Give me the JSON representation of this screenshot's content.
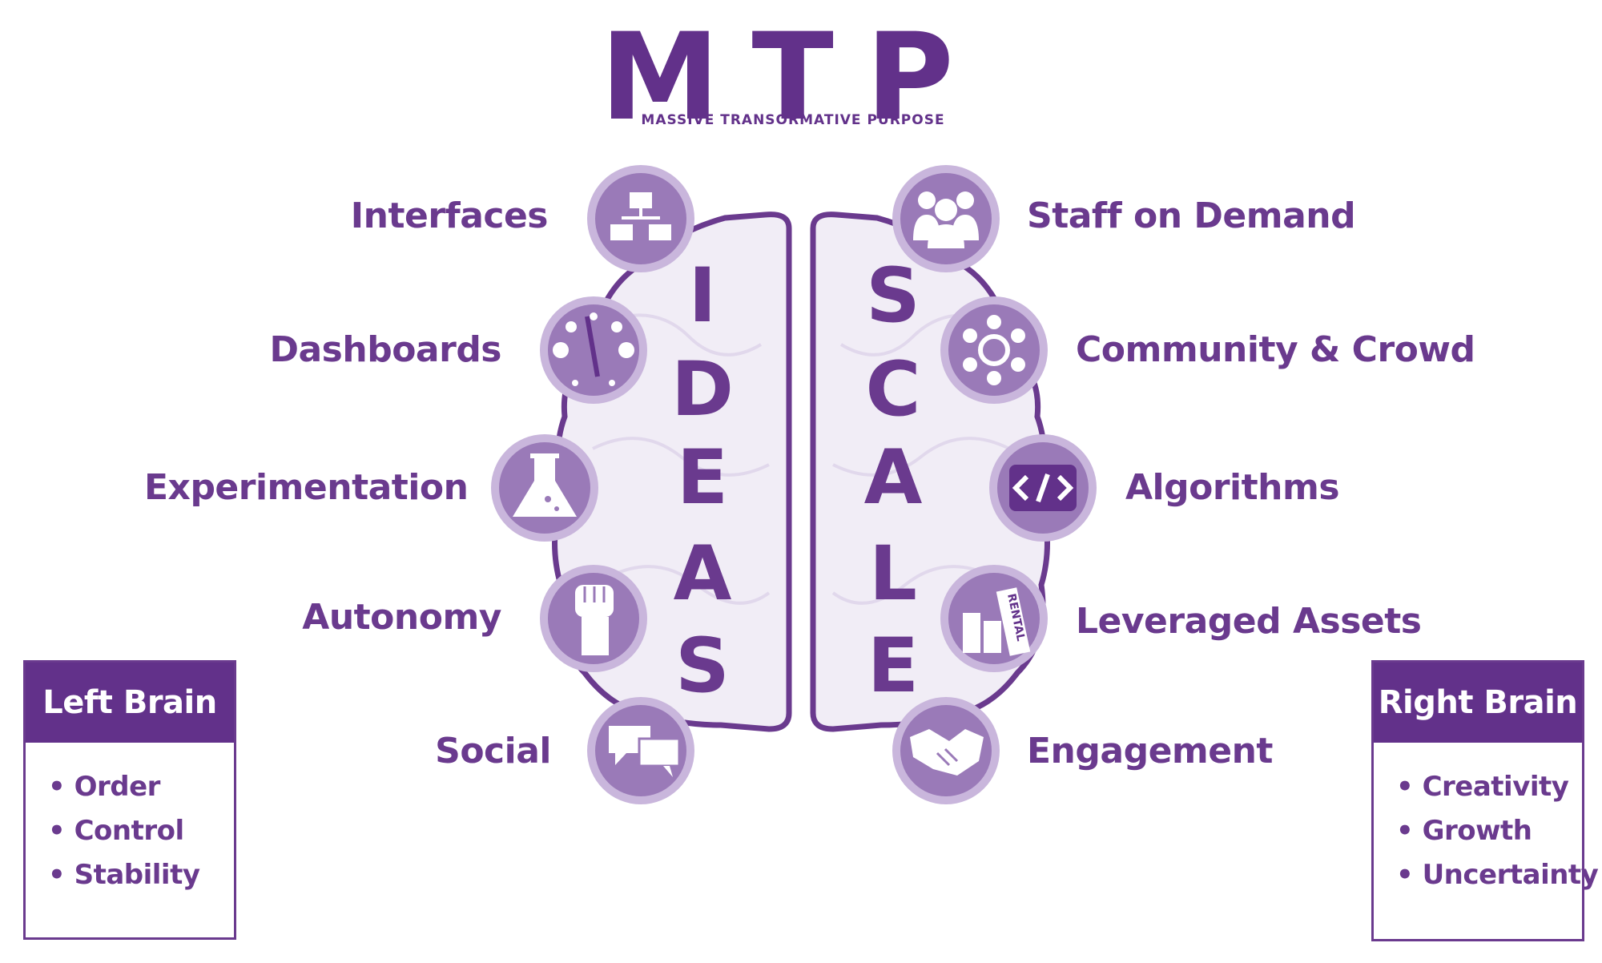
{
  "header": {
    "title": "MTP",
    "subtitle": "MASSIVE TRANSORMATIVE PURPOSE"
  },
  "left_hemisphere": {
    "word_letters": [
      "I",
      "D",
      "E",
      "A",
      "S"
    ],
    "items": [
      {
        "label": "Interfaces",
        "icon": "flowchart-icon"
      },
      {
        "label": "Dashboards",
        "icon": "gauge-icon"
      },
      {
        "label": "Experimentation",
        "icon": "flask-icon"
      },
      {
        "label": "Autonomy",
        "icon": "raised-fist-icon"
      },
      {
        "label": "Social",
        "icon": "speech-bubbles-icon"
      }
    ]
  },
  "right_hemisphere": {
    "word_letters": [
      "S",
      "C",
      "A",
      "L",
      "E"
    ],
    "items": [
      {
        "label": "Staff on Demand",
        "icon": "people-group-icon"
      },
      {
        "label": "Community & Crowd",
        "icon": "community-circle-icon"
      },
      {
        "label": "Algorithms",
        "icon": "code-brackets-icon"
      },
      {
        "label": "Leveraged Assets",
        "icon": "rental-sign-icon",
        "icon_text": "RENTAL"
      },
      {
        "label": "Engagement",
        "icon": "handshake-icon"
      }
    ]
  },
  "left_box": {
    "title": "Left Brain",
    "items": [
      "Order",
      "Control",
      "Stability"
    ]
  },
  "right_box": {
    "title": "Right Brain",
    "items": [
      "Creativity",
      "Growth",
      "Uncertainty"
    ]
  },
  "colors": {
    "primary": "#62318a",
    "text": "#6a3a8e",
    "circle_fill": "#9a7ab8",
    "circle_ring": "#c9b6dc",
    "brain_fill": "#f1edf6"
  }
}
